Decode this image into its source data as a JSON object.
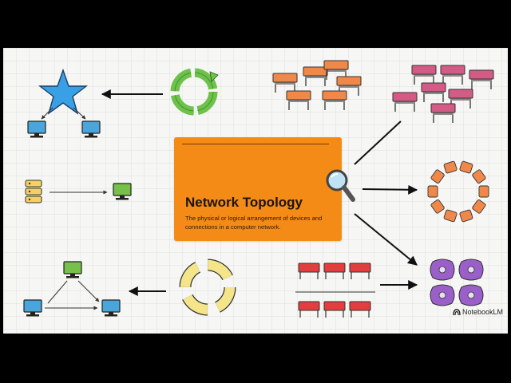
{
  "card": {
    "title": "Network Topology",
    "description": "The physical or logical arrangement of devices and connections in a computer network."
  },
  "branding": {
    "name": "NotebookLM"
  },
  "colors": {
    "card": "#f58b17",
    "star": "#3aa0e6",
    "ring_cycle": "#6cc24a",
    "desks_orange": "#f0884a",
    "desks_pink": "#d55b87",
    "desks_red": "#e23e3e",
    "ring_yellow": "#f4e48a",
    "pods_purple": "#9a5fc8",
    "monitor_blue": "#48a6dd",
    "monitor_green": "#77c04a",
    "server_yellow": "#f3d162"
  },
  "icons": [
    "magnifier-icon",
    "notebooklm-icon",
    "star-icon",
    "cycle-icon",
    "monitor-icon",
    "server-icon"
  ]
}
